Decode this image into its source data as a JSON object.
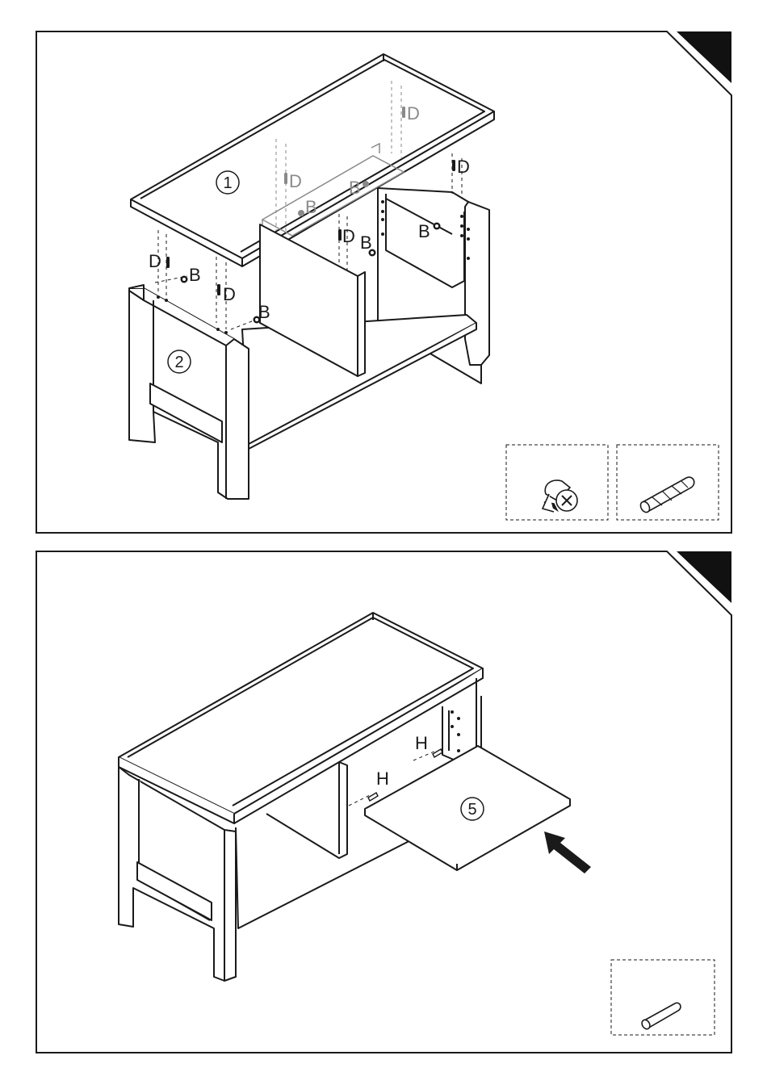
{
  "colors": {
    "line": "#1a1a1a",
    "ghost": "#8a8a8a",
    "corner": "#111111",
    "background": "#ffffff"
  },
  "step1": {
    "part_top": "1",
    "part_side": "2",
    "label_D": "D",
    "label_B": "B",
    "hardware": [
      "cam-lock-icon",
      "wooden-dowel-icon"
    ]
  },
  "step2": {
    "part_shelf": "5",
    "label_H": "H",
    "hardware": [
      "shelf-pin-icon"
    ]
  }
}
